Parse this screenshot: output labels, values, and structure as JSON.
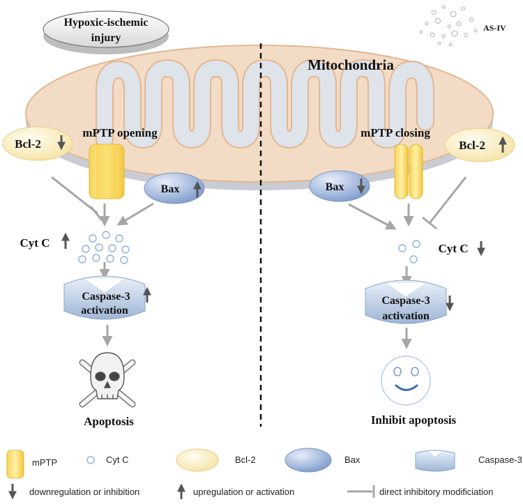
{
  "title_badge": {
    "line1": "Hypoxic-ischemic",
    "line2": "injury"
  },
  "drug_label": "AS-IV",
  "mitochondria_label": "Mitochondria",
  "left": {
    "bcl2": "Bcl-2",
    "mptp": "mPTP opening",
    "bax": "Bax",
    "cytc": "Cyt C",
    "caspase_line1": "Caspase-3",
    "caspase_line2": "activation",
    "outcome": "Apoptosis"
  },
  "right": {
    "bcl2": "Bcl-2",
    "mptp": "mPTP closing",
    "bax": "Bax",
    "cytc": "Cyt C",
    "caspase_line1": "Caspase-3",
    "caspase_line2": "activation",
    "outcome": "Inhibit apoptosis"
  },
  "legend": {
    "mptp": "mPTP",
    "cytc": "Cyt C",
    "bcl2": "Bcl-2",
    "bax": "Bax",
    "caspase": "Caspase-3",
    "down": "downregulation or inhibition",
    "up": "upregulation or activation",
    "inhib": "direct inhibitory modificiation"
  },
  "colors": {
    "mito_fill": "#f3dcc6",
    "mito_stroke": "#e2b792",
    "cristae_fill": "#dfe3ea",
    "bcl2": "#fbefc8",
    "bax": "#a9bfe0",
    "caspase": "#b8cce4",
    "mptp": "#f7d45c",
    "arrow": "#a6a6a6",
    "face": "#3b6db3"
  }
}
